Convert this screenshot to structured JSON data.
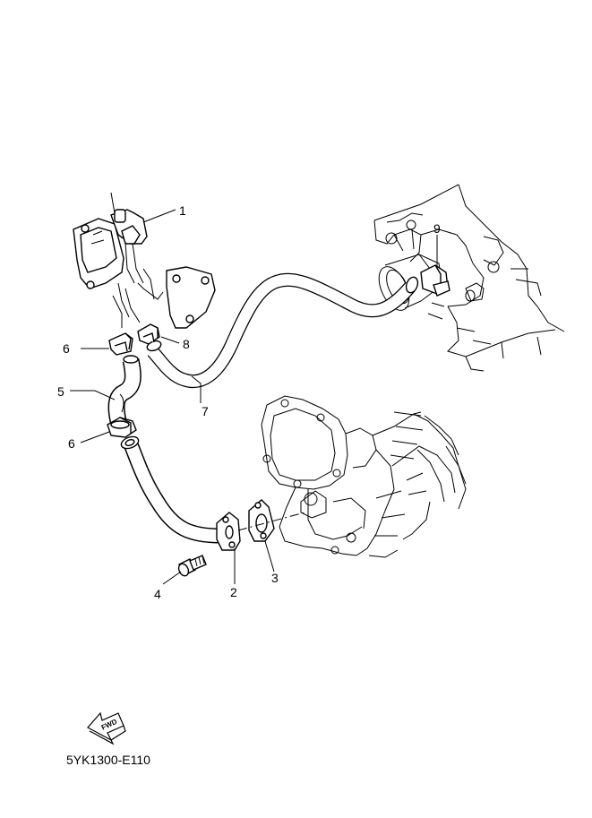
{
  "callouts": [
    {
      "id": "c1",
      "label": "1"
    },
    {
      "id": "c2",
      "label": "2"
    },
    {
      "id": "c3",
      "label": "3"
    },
    {
      "id": "c4",
      "label": "4"
    },
    {
      "id": "c5",
      "label": "5"
    },
    {
      "id": "c6a",
      "label": "6"
    },
    {
      "id": "c6b",
      "label": "6"
    },
    {
      "id": "c7",
      "label": "7"
    },
    {
      "id": "c8",
      "label": "8"
    },
    {
      "id": "c9",
      "label": "9"
    }
  ],
  "fwd_label": "FWD",
  "diagram_code": "5YK1300-E110"
}
